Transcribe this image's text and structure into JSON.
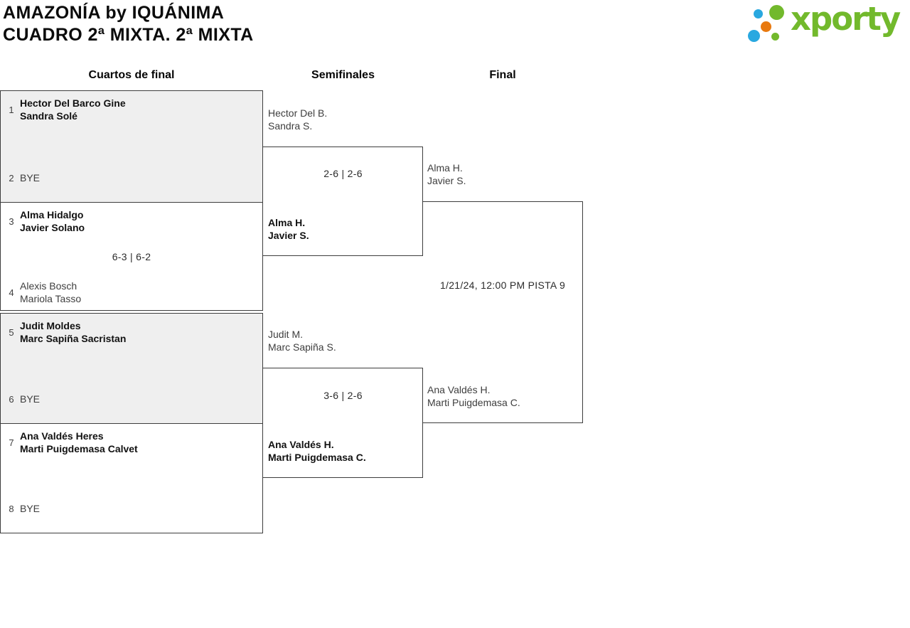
{
  "header": {
    "title_line1": "AMAZONÍA by IQUÁNIMA",
    "title_line2": "CUADRO 2ª MIXTA. 2ª MIXTA"
  },
  "logo": {
    "wordmark": "xporty",
    "colors": {
      "green": "#72b92c",
      "blue": "#29a8e0",
      "orange": "#e8790f"
    }
  },
  "round_headers": {
    "quarterfinals": "Cuartos de final",
    "semifinals": "Semifinales",
    "final": "Final"
  },
  "quarterfinals": [
    {
      "seed_top": "1",
      "top_line1": "Hector Del Barco Gine",
      "top_line2": "Sandra Solé",
      "score": "",
      "seed_bottom": "2",
      "bottom_line1": "BYE",
      "bottom_line2": ""
    },
    {
      "seed_top": "3",
      "top_line1": "Alma Hidalgo",
      "top_line2": "Javier Solano",
      "score": "6-3 | 6-2",
      "seed_bottom": "4",
      "bottom_line1": "Alexis Bosch",
      "bottom_line2": "Mariola Tasso"
    },
    {
      "seed_top": "5",
      "top_line1": "Judit Moldes",
      "top_line2": "Marc Sapiña Sacristan",
      "score": "",
      "seed_bottom": "6",
      "bottom_line1": "BYE",
      "bottom_line2": ""
    },
    {
      "seed_top": "7",
      "top_line1": "Ana Valdés Heres",
      "top_line2": "Marti Puigdemasa Calvet",
      "score": "",
      "seed_bottom": "8",
      "bottom_line1": "BYE",
      "bottom_line2": ""
    }
  ],
  "semifinals": [
    {
      "top_line1": "Hector Del B.",
      "top_line2": "Sandra S.",
      "score": "2-6 | 2-6",
      "bottom_line1": "Alma H.",
      "bottom_line2": "Javier S."
    },
    {
      "top_line1": "Judit M.",
      "top_line2": "Marc Sapiña S.",
      "score": "3-6 | 2-6",
      "bottom_line1": "Ana Valdés H.",
      "bottom_line2": "Marti Puigdemasa C."
    }
  ],
  "final": {
    "top_line1": "Alma H.",
    "top_line2": "Javier S.",
    "schedule": "1/21/24, 12:00 PM PISTA 9",
    "bottom_line1": "Ana Valdés H.",
    "bottom_line2": "Marti Puigdemasa C."
  }
}
